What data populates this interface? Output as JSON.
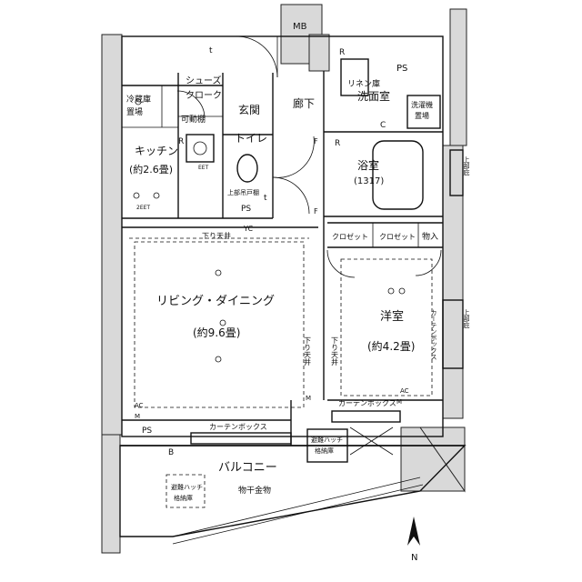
{
  "rooms": {
    "mb": "MB",
    "ps_top": "PS",
    "shoes_1": "シューズ",
    "shoes_2": "クローク",
    "movable_shelf": "可動棚",
    "fridge_1": "冷蔵庫",
    "fridge_2": "置場",
    "entrance": "玄関",
    "corridor": "廊下",
    "linen": "リネン庫",
    "washroom": "洗面室",
    "washer_1": "洗濯機",
    "washer_2": "置場",
    "toilet": "トイレ",
    "kitchen": "キッチン",
    "kitchen_size": "(約2.6畳)",
    "bath": "浴室",
    "bath_size": "(1317)",
    "upper_shelf": "上部吊戸棚",
    "ps_mid": "PS",
    "closet_1": "クロゼット",
    "closet_2": "クロゼット",
    "storage": "物入",
    "ldk": "リビング・ダイニング",
    "ldk_size": "(約9.6畳)",
    "western": "洋室",
    "western_size": "(約4.2畳)",
    "ceiling_down_1": "下り天井",
    "ceiling_down_2": "下り天井",
    "ceiling_down_3": "下り天井",
    "curtain_box_1": "カーテンボックス",
    "curtain_box_2": "カーテンボックス",
    "curtain_box_3": "カーテンボックス",
    "eaves_1": "上部庇",
    "eaves_2": "上部庇",
    "ps_low": "PS",
    "balcony": "バルコニー",
    "drying_hardware": "物干金物",
    "hatch_1": "避難ハッチ",
    "hatch_1b": "格納庫",
    "hatch_2": "避難ハッチ",
    "hatch_2b": "格納庫",
    "north": "N"
  },
  "symbols": {
    "t1": "t",
    "t2": "t",
    "r1": "R",
    "r2": "R",
    "r3": "R",
    "c": "C",
    "f1": "F",
    "f2": "F",
    "b": "B",
    "ycc": "YC",
    "ac1": "AC",
    "ac2": "AC",
    "m1": "M",
    "m2": "M",
    "m3": "M",
    "et1": "EET",
    "et2": "2EET"
  }
}
